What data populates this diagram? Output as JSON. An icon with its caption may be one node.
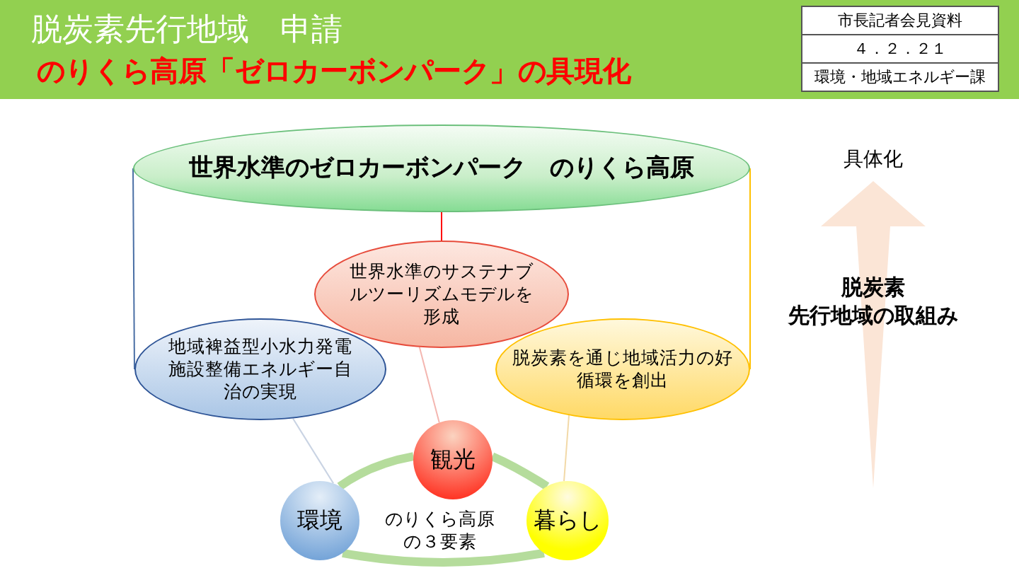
{
  "diagram": {
    "title": "脱炭素先行地域　申請",
    "nodes": [
      {
        "text": [
          "世界水準のゼロカーボンパーク　のりくら高原"
        ]
      },
      {
        "text": [
          "世界水準のサステナブルツーリズムモデルを形成"
        ]
      },
      {
        "text": [
          "地域裨益型小水力発電施設整備エネルギー自治の実現"
        ]
      },
      {
        "text": [
          "脱炭素を通じ地域活力の好循環を創出"
        ]
      },
      {
        "text": [
          "観光"
        ]
      },
      {
        "text": [
          "環境"
        ]
      },
      {
        "text": [
          "暮らし"
        ]
      }
    ],
    "edges": [
      {
        "from": 0,
        "to": 1,
        "arrow": "none",
        "color": "#ff0000"
      },
      {
        "from": 0,
        "to": 2,
        "arrow": "none",
        "color": "#4a6fa5"
      },
      {
        "from": 0,
        "to": 3,
        "arrow": "none",
        "color": "#ffc000"
      },
      {
        "from": 1,
        "to": 4,
        "arrow": "none",
        "color": "#f4b6b0"
      },
      {
        "from": 2,
        "to": 5,
        "arrow": "none",
        "color": "#c9d3e3"
      },
      {
        "from": 3,
        "to": 6,
        "arrow": "none",
        "color": "#f2d9a8"
      },
      {
        "from": 5,
        "to": 4,
        "arrow": "none",
        "style": "thick",
        "color": "#b5dc9c"
      },
      {
        "from": 4,
        "to": 6,
        "arrow": "none",
        "style": "thick",
        "color": "#b5dc9c"
      },
      {
        "from": 5,
        "to": 6,
        "arrow": "none",
        "style": "thick",
        "color": "#b5dc9c"
      }
    ],
    "labels": [
      "のりくら高原の３要素",
      "のりくら高原「ゼロカーボンパーク」の具現化",
      "市長記者会見資料",
      "４．２．２１",
      "環境・地域エネルギー課",
      "具体化",
      "脱炭素",
      "先行地域の取組み"
    ]
  }
}
